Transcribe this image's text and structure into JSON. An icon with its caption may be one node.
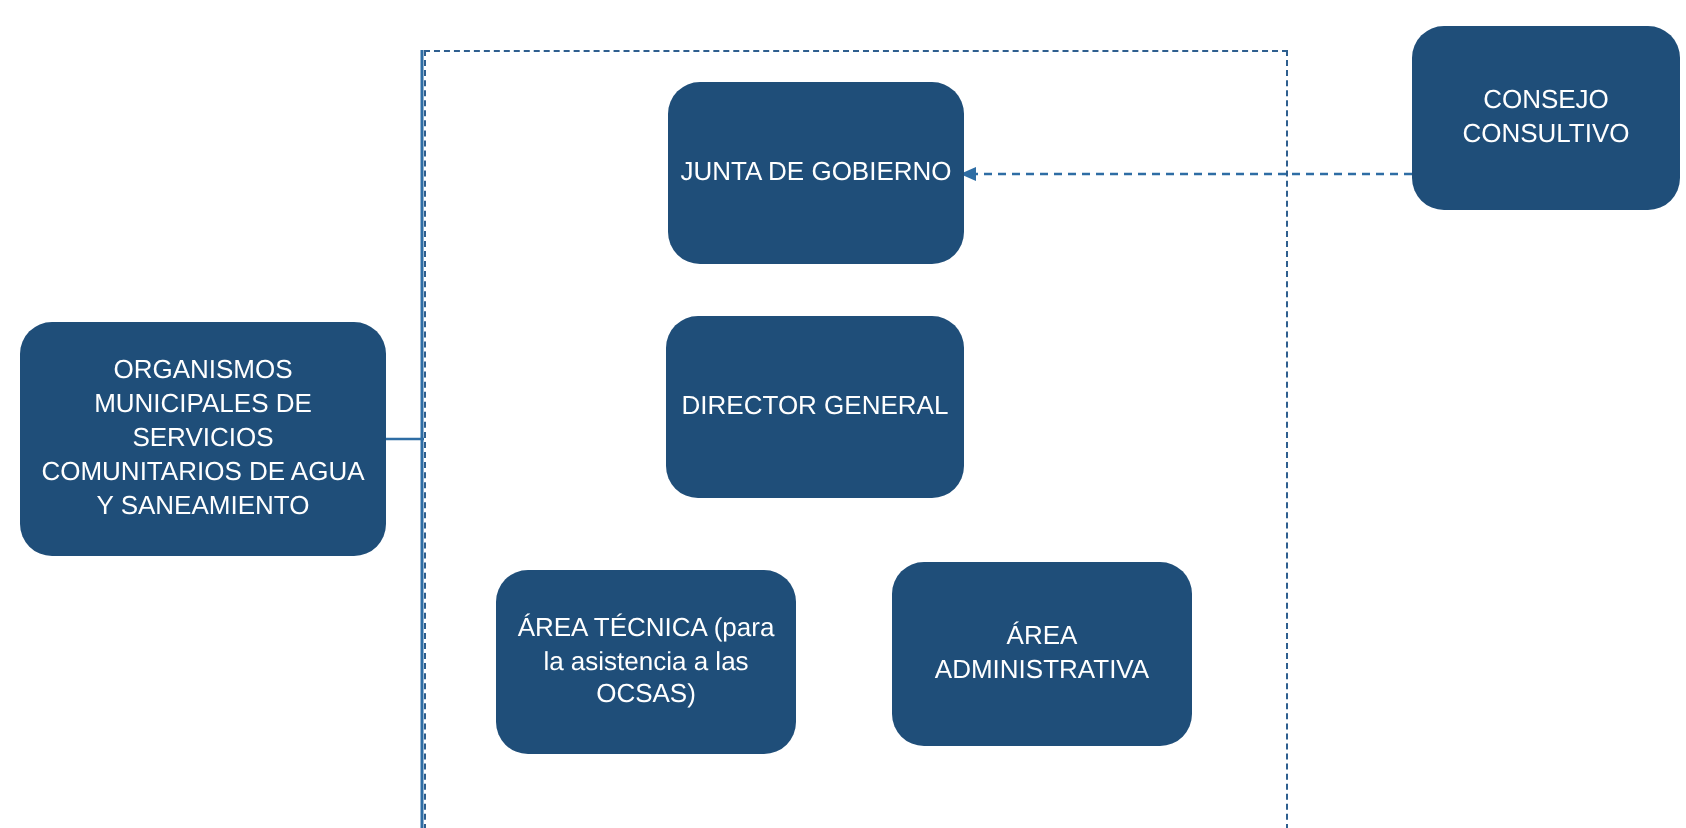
{
  "diagram": {
    "nodes": [
      {
        "text": [
          "ORGANISMOS MUNICIPALES DE SERVICIOS COMUNITARIOS DE AGUA Y SANEAMIENTO"
        ]
      },
      {
        "text": [],
        "shape": "box"
      },
      {
        "text": [
          "JUNTA DE GOBIERNO"
        ],
        "in": 1
      },
      {
        "text": [
          "DIRECTOR GENERAL"
        ],
        "in": 1
      },
      {
        "text": [
          "ÁREA TÉCNICA (para la asistencia a las OCSAS)"
        ],
        "in": 1
      },
      {
        "text": [
          "ÁREA ADMINISTRATIVA"
        ],
        "in": 1
      },
      {
        "text": [
          "CONSEJO CONSULTIVO"
        ]
      }
    ],
    "edges": [
      {
        "from": 0,
        "to": 1,
        "arrow": "none"
      },
      {
        "from": 6,
        "to": 2,
        "arrow": "to",
        "style": "dashed"
      }
    ]
  }
}
